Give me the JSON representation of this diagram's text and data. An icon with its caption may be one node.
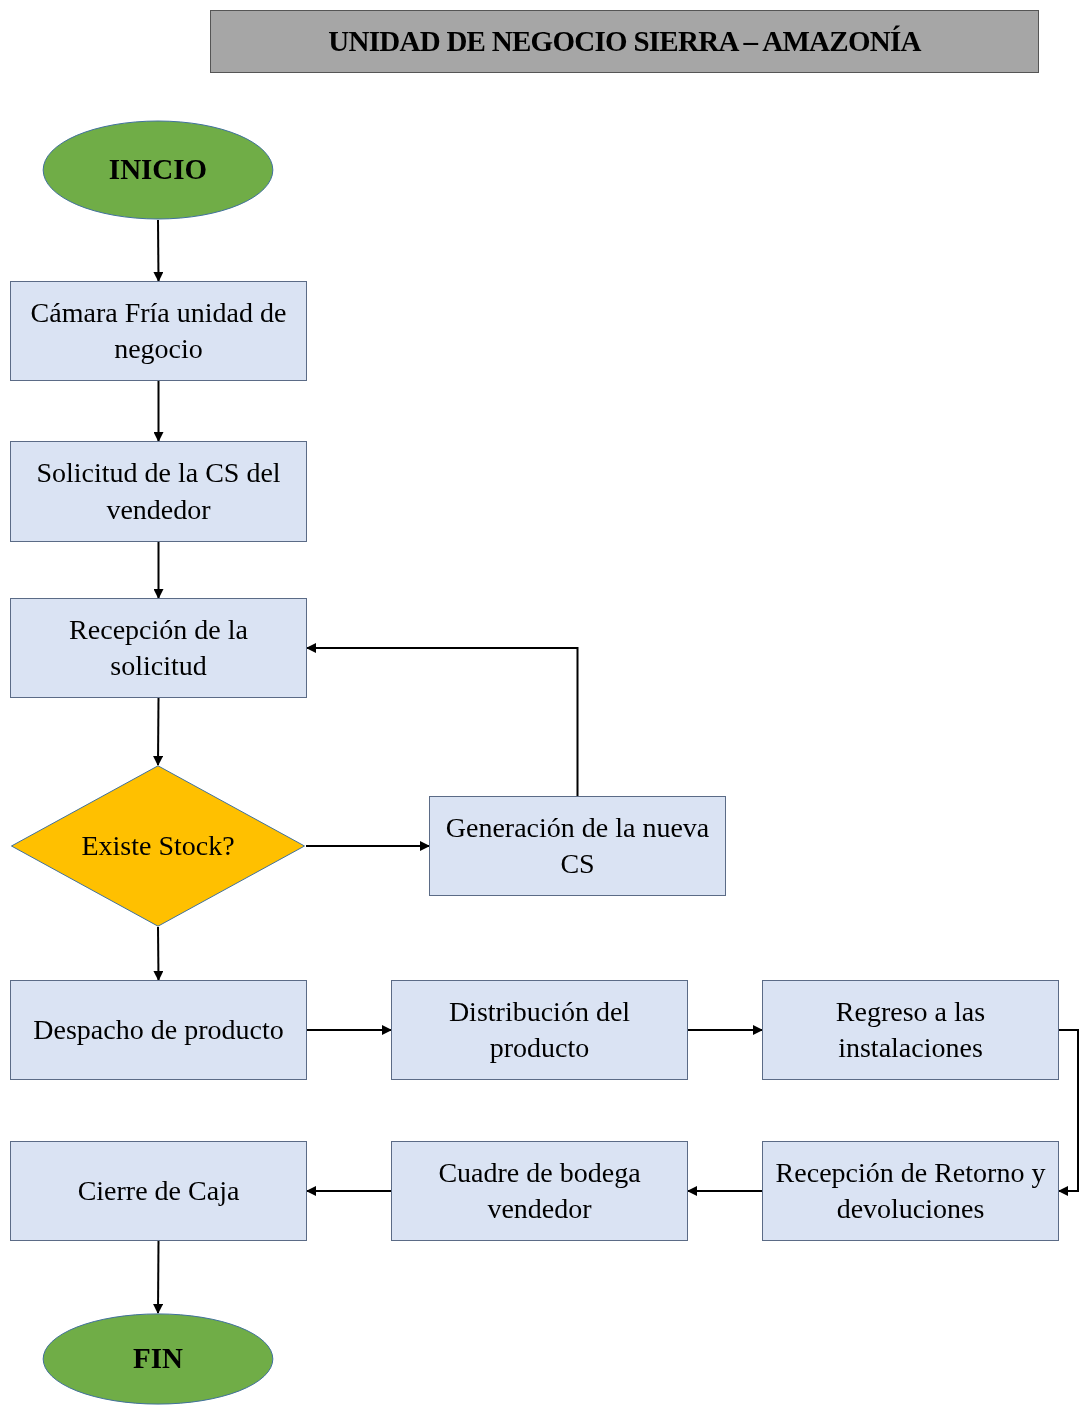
{
  "diagram": {
    "title": "UNIDAD DE NEGOCIO SIERRA – AMAZONÍA",
    "nodes": [
      {
        "text": [
          "INICIO"
        ]
      },
      {
        "text": [
          "Cámara Fría unidad de negocio"
        ]
      },
      {
        "text": [
          "Solicitud de la CS del vendedor"
        ]
      },
      {
        "text": [
          "Recepción de la solicitud"
        ]
      },
      {
        "text": [
          "Existe Stock?"
        ]
      },
      {
        "text": [
          "Generación de la nueva CS"
        ]
      },
      {
        "text": [
          "Despacho de producto"
        ]
      },
      {
        "text": [
          "Distribución del producto"
        ]
      },
      {
        "text": [
          "Regreso a las instalaciones"
        ]
      },
      {
        "text": [
          "Recepción de Retorno y devoluciones"
        ]
      },
      {
        "text": [
          "Cuadre de bodega vendedor"
        ]
      },
      {
        "text": [
          "Cierre de Caja"
        ]
      },
      {
        "text": [
          "FIN"
        ]
      }
    ],
    "edges": [
      {
        "from": 0,
        "to": 1,
        "arrow": "to"
      },
      {
        "from": 1,
        "to": 2,
        "arrow": "to"
      },
      {
        "from": 2,
        "to": 3,
        "arrow": "to"
      },
      {
        "from": 3,
        "to": 4,
        "arrow": "to"
      },
      {
        "from": 4,
        "to": 5,
        "arrow": "to"
      },
      {
        "from": 5,
        "to": 3,
        "arrow": "to"
      },
      {
        "from": 4,
        "to": 6,
        "arrow": "to"
      },
      {
        "from": 6,
        "to": 7,
        "arrow": "to"
      },
      {
        "from": 7,
        "to": 8,
        "arrow": "to"
      },
      {
        "from": 8,
        "to": 9,
        "arrow": "to"
      },
      {
        "from": 9,
        "to": 10,
        "arrow": "to"
      },
      {
        "from": 10,
        "to": 11,
        "arrow": "to"
      },
      {
        "from": 11,
        "to": 12,
        "arrow": "to"
      }
    ]
  }
}
